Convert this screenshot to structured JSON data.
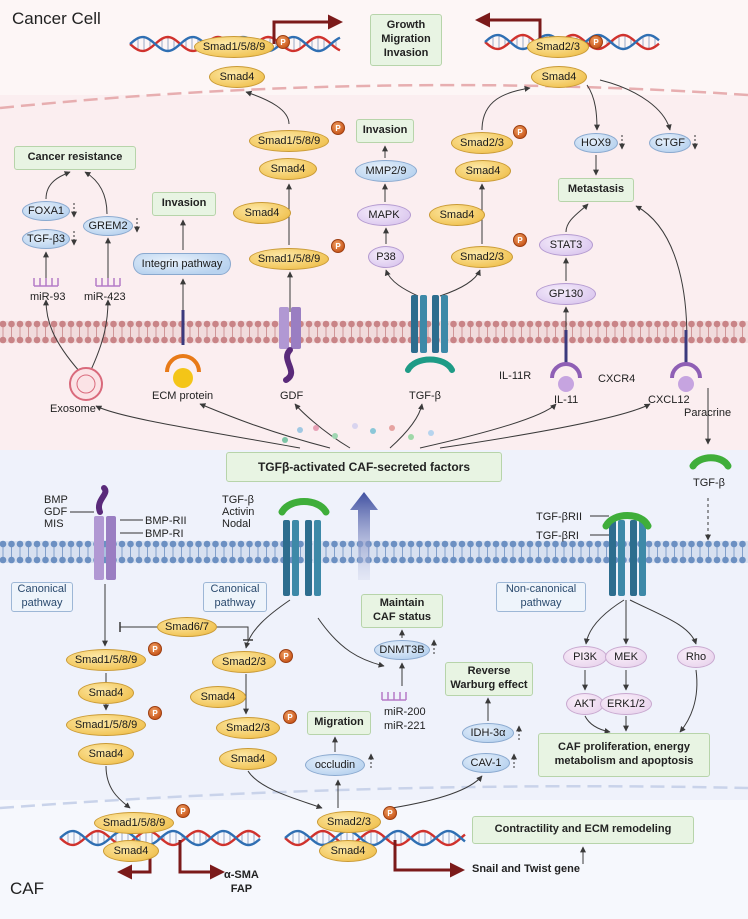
{
  "regions": {
    "cancer_cell": "Cancer Cell",
    "caf": "CAF"
  },
  "outcomes": {
    "growth": "Growth\nMigration\nInvasion",
    "cancer_resistance": "Cancer resistance",
    "invasion_left": "Invasion",
    "invasion_mid": "Invasion",
    "metastasis": "Metastasis",
    "maintain_caf": "Maintain\nCAF status",
    "migration": "Migration",
    "reverse_warburg": "Reverse\nWarburg effect",
    "caf_prolif": "CAF proliferation, energy\nmetabolism and apoptosis",
    "contractility": "Contractility and ECM remodeling",
    "central": "TGFβ-activated CAF-secreted factors"
  },
  "cancer_nodes": {
    "smad1589_dna": "Smad1/5/8/9",
    "smad4_dna_left": "Smad4",
    "smad23_dna": "Smad2/3",
    "smad4_dna_right": "Smad4",
    "smad1589_mid": "Smad1/5/8/9",
    "smad4_mid": "Smad4",
    "smad4_lower": "Smad4",
    "smad1589_lower": "Smad1/5/8/9",
    "mmp": "MMP2/9",
    "mapk": "MAPK",
    "p38": "P38",
    "smad23_mid": "Smad2/3",
    "smad4_right_mid": "Smad4",
    "smad4_right_lower": "Smad4",
    "smad23_lower": "Smad2/3",
    "hox9": "HOX9",
    "ctgf": "CTGF",
    "stat3": "STAT3",
    "gp130": "GP130",
    "foxa1": "FOXA1",
    "tgfb3": "TGF-β3",
    "grem2": "GREM2",
    "integrin": "Integrin pathway",
    "mir93": "miR-93",
    "mir423": "miR-423"
  },
  "membrane_labels": {
    "exosome": "Exosome",
    "ecm": "ECM protein",
    "gdf": "GDF",
    "tgfb": "TGF-β",
    "il11r": "IL-11R",
    "il11": "IL-11",
    "cxcr4": "CXCR4",
    "cxcl12": "CXCL12",
    "paracrine": "Paracrine",
    "tgfb_free": "TGF-β"
  },
  "caf_labels": {
    "ligands_left": "BMP\nGDF\nMIS",
    "bmp_rii": "BMP-RII",
    "bmp_ri": "BMP-RI",
    "ligands_mid": "TGF-β\nActivin\nNodal",
    "tgfbrii": "TGF-βRII",
    "tgfbri": "TGF-βRI",
    "canonical_left": "Canonical\npathway",
    "canonical_mid": "Canonical\npathway",
    "noncanonical": "Non-canonical\npathway"
  },
  "caf_nodes": {
    "smad67": "Smad6/7",
    "l_smad1589_a": "Smad1/5/8/9",
    "l_smad4_a": "Smad4",
    "l_smad1589_b": "Smad1/5/8/9",
    "l_smad4_b": "Smad4",
    "m_smad23_a": "Smad2/3",
    "m_smad4_a": "Smad4",
    "m_smad23_b": "Smad2/3",
    "m_smad4_b": "Smad4",
    "dnmt3b": "DNMT3B",
    "mir200": "miR-200\nmiR-221",
    "occludin": "occludin",
    "idh": "IDH-3α",
    "cav1": "CAV-1",
    "pi3k": "PI3K",
    "akt": "AKT",
    "mek": "MEK",
    "erk": "ERK1/2",
    "rho": "Rho",
    "dna_smad1589": "Smad1/5/8/9",
    "dna_smad4_left": "Smad4",
    "dna_smad23": "Smad2/3",
    "dna_smad4_right": "Smad4",
    "asma": "α-SMA\nFAP",
    "snail": "Snail and Twist gene"
  },
  "phospho": "P",
  "colors": {
    "cancer_bg": "#f9eaee",
    "caf_bg": "#eef1fa",
    "membrane_cancer": "#c98487",
    "membrane_caf": "#6c90c2",
    "smad": "#f2c65a",
    "arrow": "#3a3a3a",
    "dna_red": "#d0322d",
    "dna_blue": "#2f6fb3",
    "gene_arrow": "#7b1a1a"
  }
}
